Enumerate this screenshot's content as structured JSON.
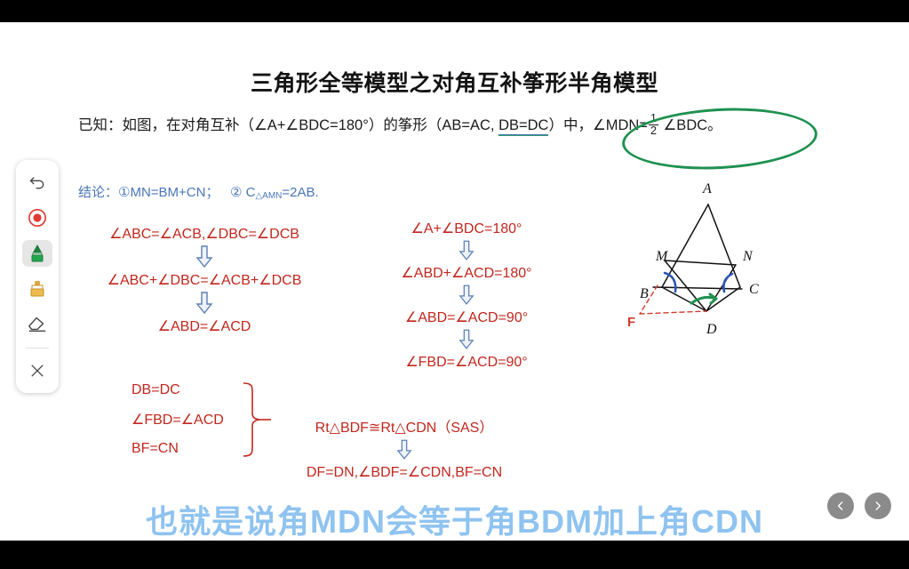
{
  "title": "三角形全等模型之对角互补筝形半角模型",
  "given": {
    "prefix": "已知：如图，在对角互补（∠A+∠BDC=180°）的筝形（AB=AC, ",
    "underlined": "DB=DC",
    "middle": "）中，∠MDN=",
    "frac_num": "1",
    "frac_den": "2",
    "suffix": "∠BDC。"
  },
  "conclusion": {
    "label": "结论：",
    "item1": "①MN=BM+CN；",
    "item2_prefix": "② C",
    "item2_sub": "△AMN",
    "item2_suffix": "=2AB."
  },
  "proof": {
    "left_column": [
      "∠ABC=∠ACB,∠DBC=∠DCB",
      "∠ABC+∠DBC=∠ACB+∠DCB",
      "∠ABD=∠ACD"
    ],
    "middle_column": [
      "∠A+∠BDC=180°",
      "∠ABD+∠ACD=180°",
      "∠ABD=∠ACD=90°",
      "∠FBD=∠ACD=90°"
    ],
    "brace_items": [
      "DB=DC",
      "∠FBD=∠ACD",
      "BF=CN"
    ],
    "congruence": "Rt△BDF≅Rt△CDN（SAS）",
    "congruence_result": "DF=DN,∠BDF=∠CDN,BF=CN"
  },
  "figure": {
    "labels": {
      "A": "A",
      "B": "B",
      "C": "C",
      "D": "D",
      "F": "F",
      "M": "M",
      "N": "N"
    }
  },
  "subtitle": "也就是说角MDN会等于角BDM加上角CDN",
  "toolbar": {
    "items": [
      {
        "name": "undo-icon",
        "label": "撤销"
      },
      {
        "name": "record-icon",
        "label": "录制"
      },
      {
        "name": "pen-icon",
        "label": "画笔"
      },
      {
        "name": "highlighter-icon",
        "label": "荧光笔"
      },
      {
        "name": "eraser-icon",
        "label": "橡皮擦"
      },
      {
        "name": "close-icon",
        "label": "关闭"
      }
    ]
  },
  "nav": {
    "prev_label": "上一页",
    "next_label": "下一页"
  },
  "colors": {
    "red": "#c1271d",
    "blue_arrow": "#5b7fb4",
    "conclusion_blue": "#4a76b8",
    "green_annotation": "#1f9150",
    "angle_blue": "#2b57b5",
    "subtitle_fill": "#8fc3f0"
  }
}
